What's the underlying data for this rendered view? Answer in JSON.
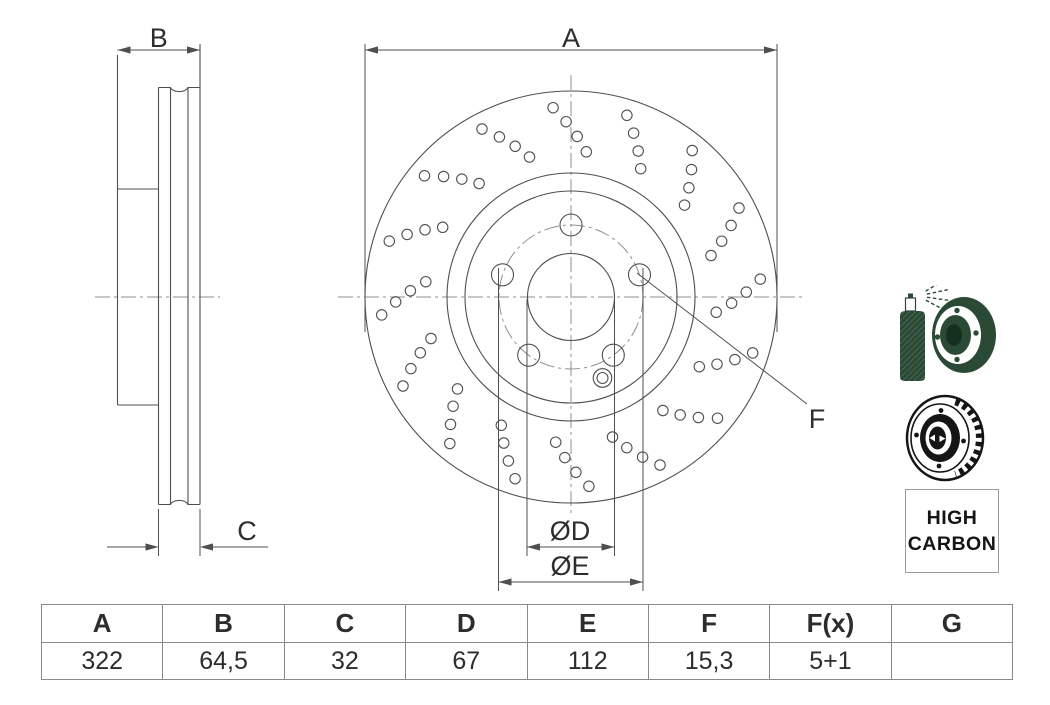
{
  "drawing_labels": {
    "dim_a": "A",
    "dim_b": "B",
    "dim_c": "C",
    "dim_d": "ØD",
    "dim_e": "ØE",
    "dim_f": "F"
  },
  "badge": {
    "line1": "HIGH",
    "line2": "CARBON"
  },
  "icons": {
    "coating_spray": "spray-can-coated-disc-icon",
    "vented_disc": "vented-brake-disc-icon"
  },
  "colors": {
    "line": "#4f4f4f",
    "text": "#2d2d2d",
    "table_border": "#8a8a8a",
    "coating_green": "#2b4a35"
  },
  "table": {
    "headers": [
      "A",
      "B",
      "C",
      "D",
      "E",
      "F",
      "F(x)",
      "G"
    ],
    "values": [
      "322",
      "64,5",
      "32",
      "67",
      "112",
      "15,3",
      "5+1",
      ""
    ]
  }
}
